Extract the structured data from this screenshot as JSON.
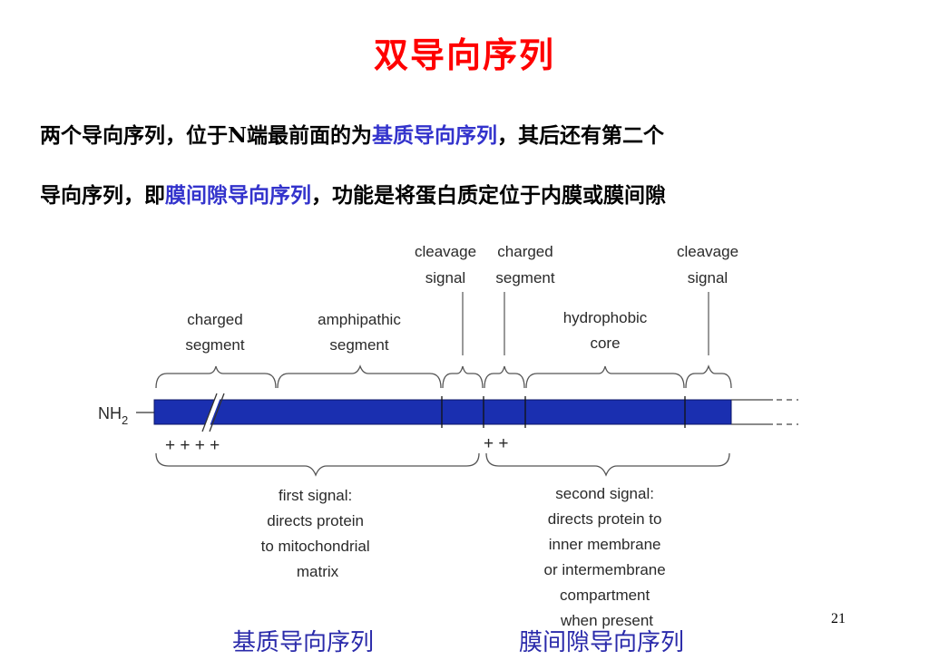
{
  "title": "双导向序列",
  "paragraph": {
    "line1_a": "两个导向序列，位于N端最前面的为",
    "line1_hl": "基质导向序列",
    "line1_b": "，其后还有第二个",
    "line2_a": "导向序列，即",
    "line2_hl": "膜间隙导向序列",
    "line2_b": "，功能是将蛋白质定位于内膜或膜间隙"
  },
  "diagram": {
    "nh2": "NH",
    "nh2_sub": "2",
    "plus_first": "+ + + +",
    "plus_second": "+ +",
    "labels": {
      "charged_segment_1": [
        "charged",
        "segment"
      ],
      "amphipathic_segment": [
        "amphipathic",
        "segment"
      ],
      "cleavage_signal_1": [
        "cleavage",
        "signal"
      ],
      "charged_segment_2": [
        "charged",
        "segment"
      ],
      "hydrophobic_core": [
        "hydrophobic",
        "core"
      ],
      "cleavage_signal_2": [
        "cleavage",
        "signal"
      ],
      "first_signal": [
        "first signal:",
        "directs protein",
        "to mitochondrial",
        "matrix"
      ],
      "second_signal": [
        "second signal:",
        "directs protein to",
        "inner membrane",
        "or intermembrane",
        "compartment",
        "when present"
      ]
    },
    "bar_color": "#1a2fb0"
  },
  "bottom_labels": {
    "left": "基质导向序列",
    "right": "膜间隙导向序列"
  },
  "page_number": "21"
}
